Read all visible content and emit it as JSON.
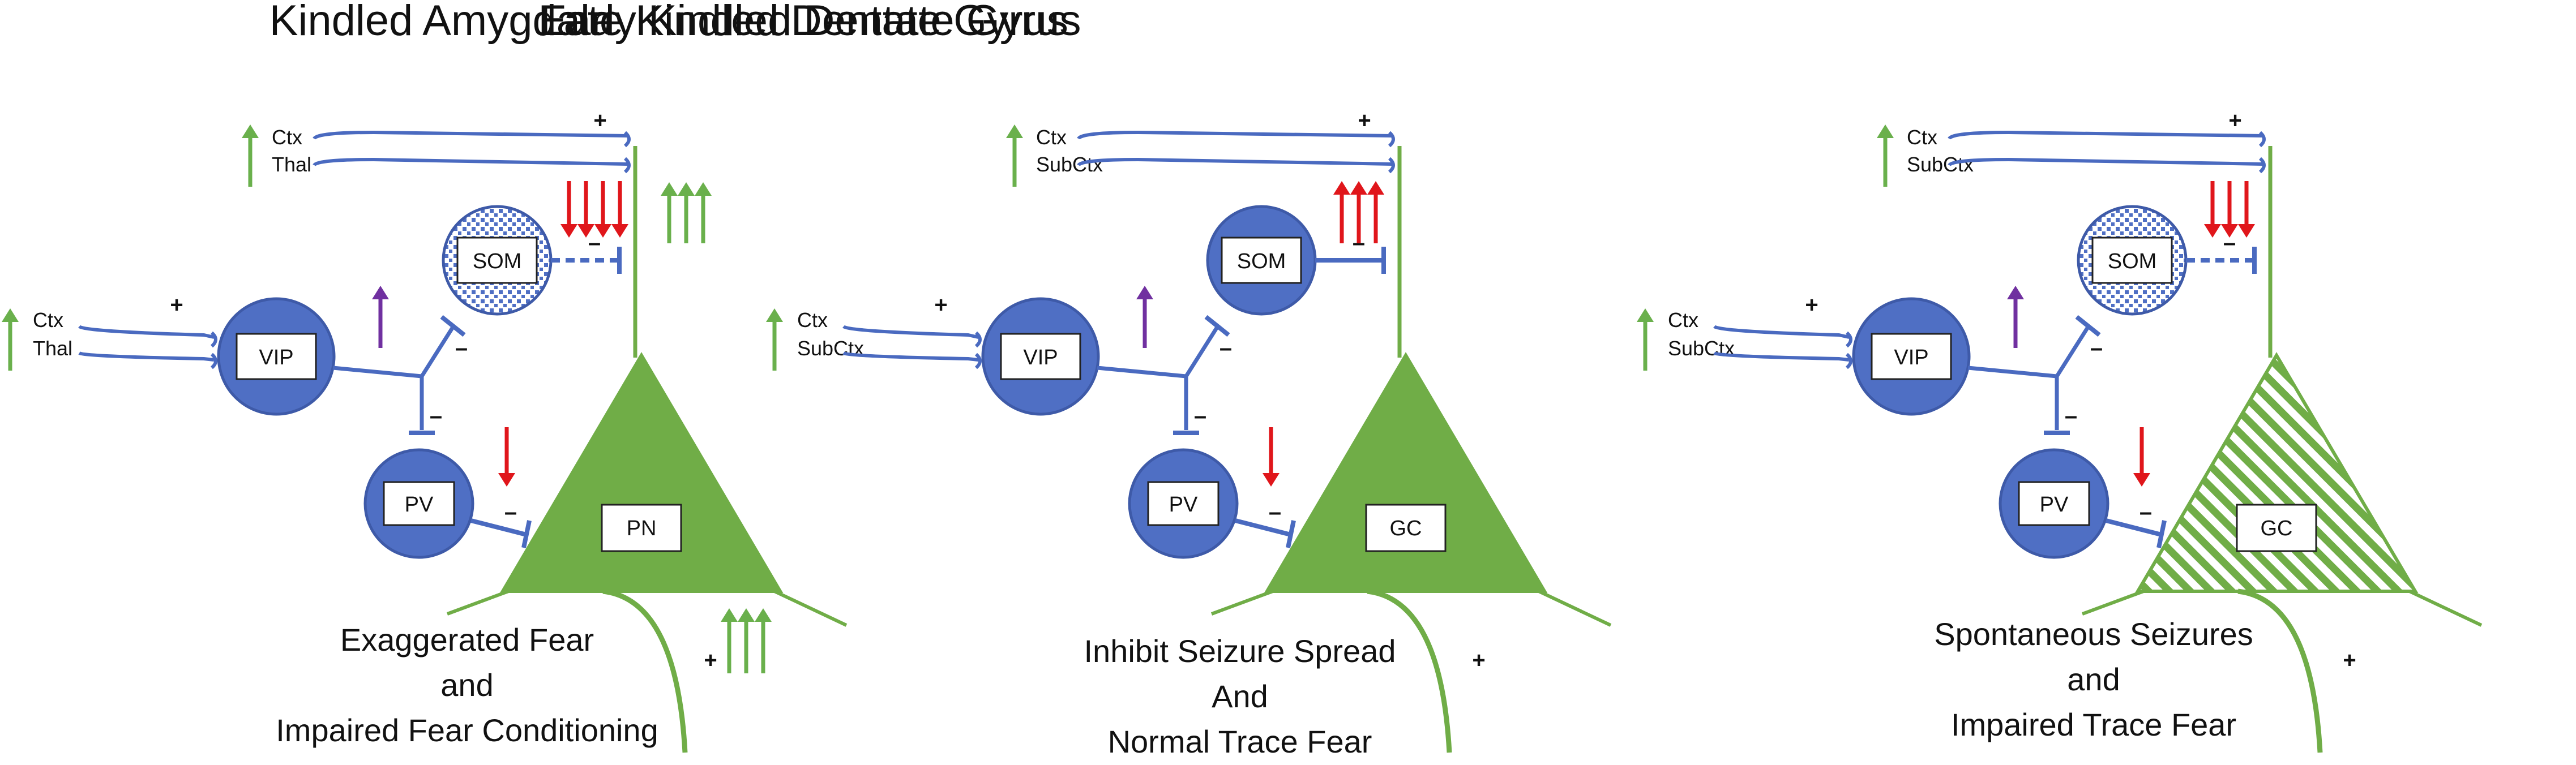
{
  "panels": [
    {
      "id": "amygdala",
      "title": "Kindled Amygdala",
      "top_input": {
        "arrow": "up",
        "lines": [
          "Ctx",
          "Thal"
        ],
        "sign": "+"
      },
      "vip_input": {
        "arrow": "up",
        "lines": [
          "Ctx",
          "Thal"
        ],
        "sign": "+"
      },
      "cells": {
        "vip": "VIP",
        "som": "SOM",
        "pv": "PV",
        "principal": "PN"
      },
      "som_pattern": "dotted",
      "som_inhibition": "dashed",
      "principal_fill": "solid",
      "inhibition_sign": "–",
      "vip_change": "up",
      "pv_change": "down",
      "som_change": {
        "direction": "down",
        "count": 4
      },
      "dendrite_change": {
        "direction": "up",
        "count": 3
      },
      "output_change": {
        "direction": "up",
        "count": 3
      },
      "output_sign": "+",
      "caption": [
        "Exaggerated Fear",
        "and",
        "Impaired Fear Conditioning"
      ]
    },
    {
      "id": "early-dg",
      "title": "Early Kindled Dentate Gyrus",
      "top_input": {
        "arrow": "up",
        "lines": [
          "Ctx",
          "SubCtx"
        ],
        "sign": "+"
      },
      "vip_input": {
        "arrow": "up",
        "lines": [
          "Ctx",
          "SubCtx"
        ],
        "sign": "+"
      },
      "cells": {
        "vip": "VIP",
        "som": "SOM",
        "pv": "PV",
        "principal": "GC"
      },
      "som_pattern": "solid",
      "som_inhibition": "solid",
      "principal_fill": "solid",
      "inhibition_sign": "–",
      "vip_change": "up",
      "pv_change": "down",
      "som_change": {
        "direction": "up",
        "count": 3
      },
      "dendrite_change": null,
      "output_change": null,
      "output_sign": "+",
      "caption": [
        "Inhibit Seizure Spread",
        "And",
        "Normal Trace Fear"
      ]
    },
    {
      "id": "late-dg",
      "title": "Late Kindled Dentate Gyrus",
      "top_input": {
        "arrow": "up",
        "lines": [
          "Ctx",
          "SubCtx"
        ],
        "sign": "+"
      },
      "vip_input": {
        "arrow": "up",
        "lines": [
          "Ctx",
          "SubCtx"
        ],
        "sign": "+"
      },
      "cells": {
        "vip": "VIP",
        "som": "SOM",
        "pv": "PV",
        "principal": "GC"
      },
      "som_pattern": "dotted",
      "som_inhibition": "dashed",
      "principal_fill": "hatched",
      "inhibition_sign": "–",
      "vip_change": "up",
      "pv_change": "down",
      "som_change": {
        "direction": "down",
        "count": 3
      },
      "dendrite_change": null,
      "output_change": null,
      "output_sign": "+",
      "caption": [
        "Spontaneous Seizures",
        "and",
        "Impaired Trace Fear"
      ]
    }
  ],
  "colors": {
    "interneuron_fill": "#4f6fc4",
    "interneuron_stroke": "#3e5aa8",
    "principal_green": "#70ad47",
    "principal_dark": "#5b9a3a",
    "increase_green": "#6ab04c",
    "decrease_red": "#e0161b",
    "vip_arrow": "#7030a0",
    "connection_blue": "#4a6ac0"
  }
}
